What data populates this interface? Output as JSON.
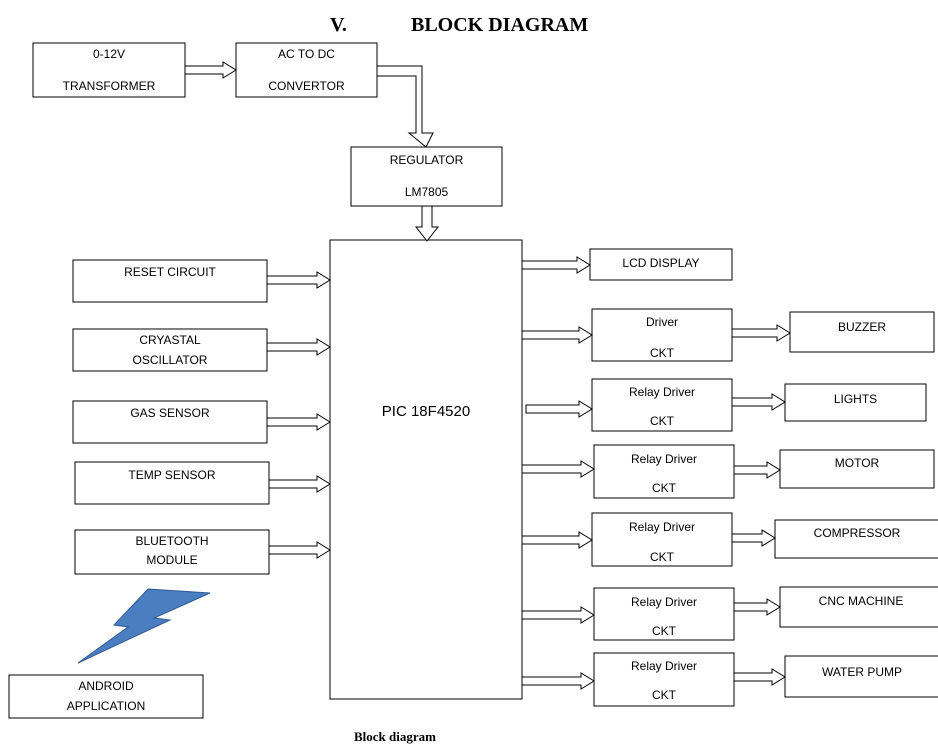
{
  "heading": {
    "number": "V.",
    "title": "BLOCK DIAGRAM"
  },
  "caption": "Block diagram",
  "colors": {
    "lightning": "#4a7ec0",
    "box_stroke": "#000000",
    "box_fill": "#ffffff"
  },
  "icon": "lightning-bolt-icon",
  "power": {
    "transformer": [
      "0-12V",
      "TRANSFORMER"
    ],
    "converter": [
      "AC TO DC",
      "CONVERTOR"
    ],
    "regulator": [
      "REGULATOR",
      "LM7805"
    ]
  },
  "microcontroller": "PIC 18F4520",
  "inputs": {
    "reset": [
      "RESET CIRCUIT"
    ],
    "crystal": [
      "CRYASTAL",
      "OSCILLATOR"
    ],
    "gas": [
      "GAS SENSOR"
    ],
    "temp": [
      "TEMP SENSOR"
    ],
    "bluetooth": [
      "BLUETOOTH",
      "MODULE"
    ],
    "android": [
      "ANDROID",
      "APPLICATION"
    ]
  },
  "lcd": [
    "LCD DISPLAY"
  ],
  "drivers": {
    "buzzer": [
      "Driver",
      "CKT"
    ],
    "lights": [
      "Relay Driver",
      "CKT"
    ],
    "motor": [
      "Relay Driver",
      "CKT"
    ],
    "compressor": [
      "Relay Driver",
      "CKT"
    ],
    "cnc": [
      "Relay Driver",
      "CKT"
    ],
    "pump": [
      "Relay Driver",
      "CKT"
    ]
  },
  "loads": {
    "buzzer": [
      "BUZZER"
    ],
    "lights": [
      "LIGHTS"
    ],
    "motor": [
      "MOTOR"
    ],
    "compressor": [
      "COMPRESSOR"
    ],
    "cnc": [
      "CNC MACHINE"
    ],
    "pump": [
      "WATER PUMP"
    ]
  }
}
